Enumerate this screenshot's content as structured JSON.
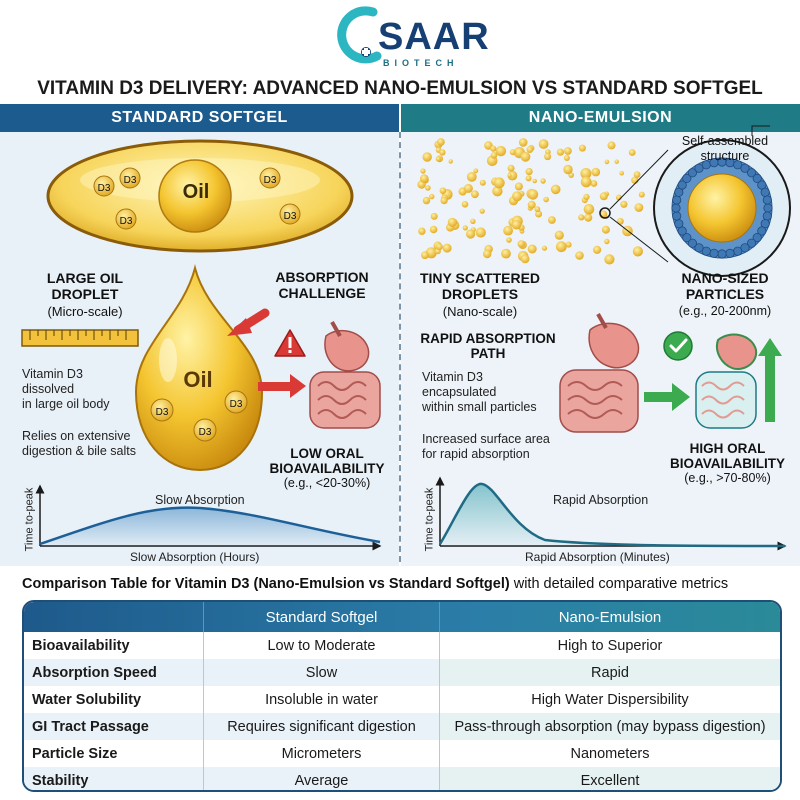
{
  "logo": {
    "word": "SAAR",
    "sub": "BIOTECH"
  },
  "title": "VITAMIN D3 DELIVERY: ADVANCED NANO-EMULSION VS STANDARD SOFTGEL",
  "colors": {
    "navy": "#1c5b8e",
    "teal": "#1f7b86",
    "oil": "#f3c632",
    "oil_dark": "#d79b12",
    "gut": "#e88a86",
    "arrow_green": "#3caa4e",
    "arrow_red": "#d93a35"
  },
  "left": {
    "header": "STANDARD SOFTGEL",
    "capsule_label": "Oil",
    "d3_mark": "D3",
    "drop_label": "Oil",
    "large_title_1": "LARGE OIL",
    "large_title_2": "DROPLET",
    "large_sub": "(Micro-scale)",
    "dissolved_1": "Vitamin D3",
    "dissolved_2": "dissolved",
    "dissolved_3": "in large oil body",
    "relies_1": "Relies on extensive",
    "relies_2": "digestion & bile salts",
    "challenge_1": "ABSORPTION",
    "challenge_2": "CHALLENGE",
    "warning_icon": "warning-icon",
    "low_1": "LOW ORAL",
    "low_2": "BIOAVAILABILITY",
    "low_3": "(e.g., <20-30%)",
    "curve_label": "Slow Absorption",
    "y_axis": "Time to-peak",
    "x_axis": "Slow Absorption (Hours)"
  },
  "right": {
    "header": "NANO-EMULSION",
    "self_1": "Self-assembled",
    "self_2": "structure",
    "tiny_1": "TINY SCATTERED",
    "tiny_2": "DROPLETS",
    "tiny_3": "(Nano-scale)",
    "nano_1": "NANO-SIZED",
    "nano_2": "PARTICLES",
    "nano_3": "(e.g., 20-200nm)",
    "rapid_1": "RAPID ABSORPTION",
    "rapid_2": "PATH",
    "encap_1": "Vitamin D3",
    "encap_2": "encapsulated",
    "encap_3": "within small particles",
    "surface_1": "Increased surface area",
    "surface_2": "for rapid absorption",
    "check_icon": "check-icon",
    "high_1": "HIGH ORAL",
    "high_2": "BIOAVAILABILITY",
    "high_3": "(e.g., >70-80%)",
    "curve_label": "Rapid Absorption",
    "y_axis": "Time to-peak",
    "x_axis": "Rapid Absorption (Minutes)"
  },
  "table": {
    "title_bold": "Comparison Table for Vitamin D3 (Nano-Emulsion vs Standard Softgel)",
    "title_rest": " with detailed comparative metrics",
    "headers": [
      "",
      "Standard Softgel",
      "Nano-Emulsion"
    ],
    "rows": [
      [
        "Bioavailability",
        "Low to Moderate",
        "High to Superior"
      ],
      [
        "Absorption Speed",
        "Slow",
        "Rapid"
      ],
      [
        "Water Solubility",
        "Insoluble in water",
        "High Water Dispersibility"
      ],
      [
        "GI Tract Passage",
        "Requires significant digestion",
        "Pass-through absorption (may bypass digestion)"
      ],
      [
        "Particle Size",
        "Micrometers",
        "Nanometers"
      ],
      [
        "Stability",
        "Average",
        "Excellent"
      ]
    ]
  }
}
